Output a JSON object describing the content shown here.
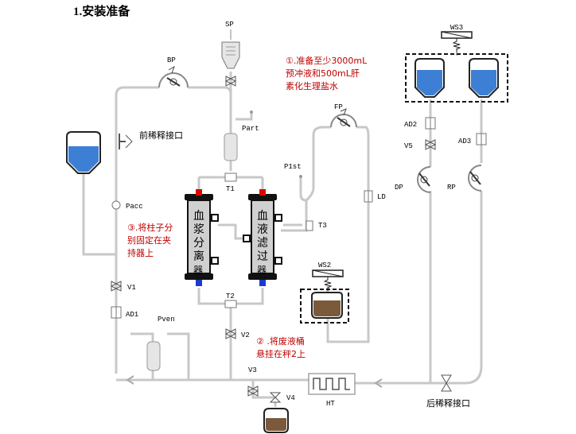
{
  "title": "1.安装准备",
  "labels": {
    "SP": "SP",
    "BP": "BP",
    "Part": "Part",
    "T1": "T1",
    "T2": "T2",
    "T3": "T3",
    "P1st": "P1st",
    "FP": "FP",
    "LD": "LD",
    "WS3": "WS3",
    "WS2": "WS2",
    "AD2": "AD2",
    "AD3": "AD3",
    "V5": "V5",
    "DP": "DP",
    "RP": "RP",
    "Pacc": "Pacc",
    "V1": "V1",
    "AD1": "AD1",
    "Pven": "Pven",
    "V2": "V2",
    "V3": "V3",
    "V4": "V4",
    "HT": "HT"
  },
  "ports": {
    "pre_dilution": "前稀释接口",
    "post_dilution": "后稀释接口"
  },
  "columns": {
    "plasma_separator": [
      "血",
      "浆",
      "分",
      "离",
      "器"
    ],
    "hemofilter": [
      "血",
      "液",
      "滤",
      "过",
      "器"
    ]
  },
  "notes": {
    "note1_line1": "①.准备至少3000mL",
    "note1_line2": "预冲液和500mL肝",
    "note1_line3": "素化生理盐水",
    "note2_line1": "② .将废液桶",
    "note2_line2": "悬挂在秤2上",
    "note3_line1": "③.将柱子分",
    "note3_line2": "别固定在夹",
    "note3_line3": "持器上"
  },
  "colors": {
    "fluid_blue": "#3d7fd4",
    "waste_brown": "#7a5a3a",
    "tubing": "#c8c8c8",
    "note_red": "#c00000",
    "port_red": "#e00000",
    "port_blue": "#1a3ccc"
  }
}
